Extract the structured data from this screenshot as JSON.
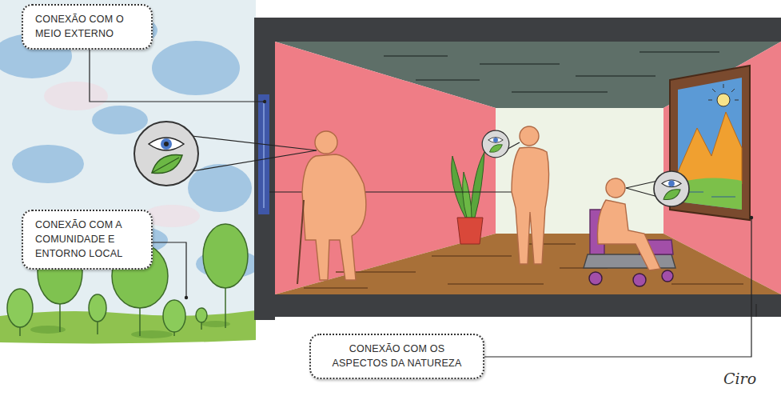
{
  "diagram": {
    "nodes": [
      {
        "text": [
          "CONEXÃO COM O MEIO EXTERNO"
        ]
      },
      {
        "text": [
          "CONEXÃO COM A COMUNIDADE E ENTORNO LOCAL"
        ]
      },
      {
        "text": [
          "CONEXÃO COM OS ASPECTOS DA NATUREZA"
        ]
      }
    ],
    "labels": [
      "Ciro"
    ]
  }
}
